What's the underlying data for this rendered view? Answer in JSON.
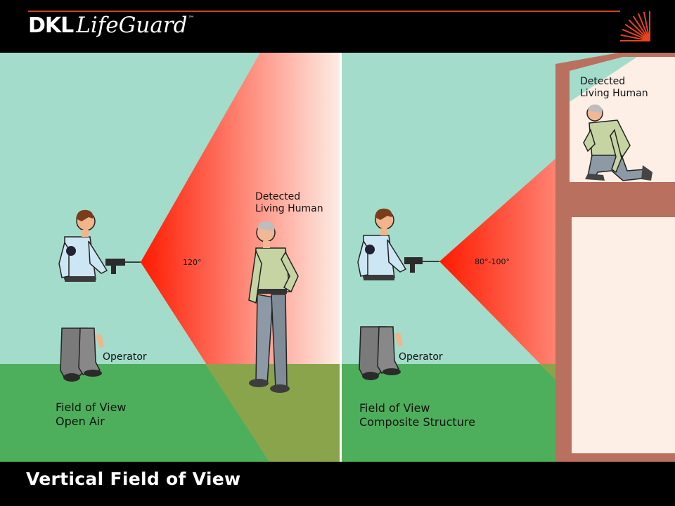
{
  "header": {
    "logo_dkl": "DKL",
    "logo_life": "Life",
    "logo_guard": "Guard",
    "logo_tm": "™",
    "rule_color": "#d6402a",
    "burst_color": "#e8431e",
    "burst_icon": "sunburst-icon"
  },
  "colors": {
    "sky": "#a4dccb",
    "ground": "#4daf5b",
    "ground_overlap": "#8aa44b",
    "beam_origin": "#ff1a00",
    "beam_far": "#fdeee6",
    "wall": "#b9705f",
    "room": "#fdeee6"
  },
  "left_panel": {
    "angle_label": "120°",
    "detected_line1": "Detected",
    "detected_line2": "Living Human",
    "operator_label": "Operator",
    "caption_line1": "Field of View",
    "caption_line2": "Open Air"
  },
  "right_panel": {
    "angle_label": "80°-100°",
    "detected_line1": "Detected",
    "detected_line2": "Living Human",
    "operator_label": "Operator",
    "caption_line1": "Field of View",
    "caption_line2": "Composite Structure"
  },
  "footer": {
    "title": "Vertical Field of View"
  }
}
